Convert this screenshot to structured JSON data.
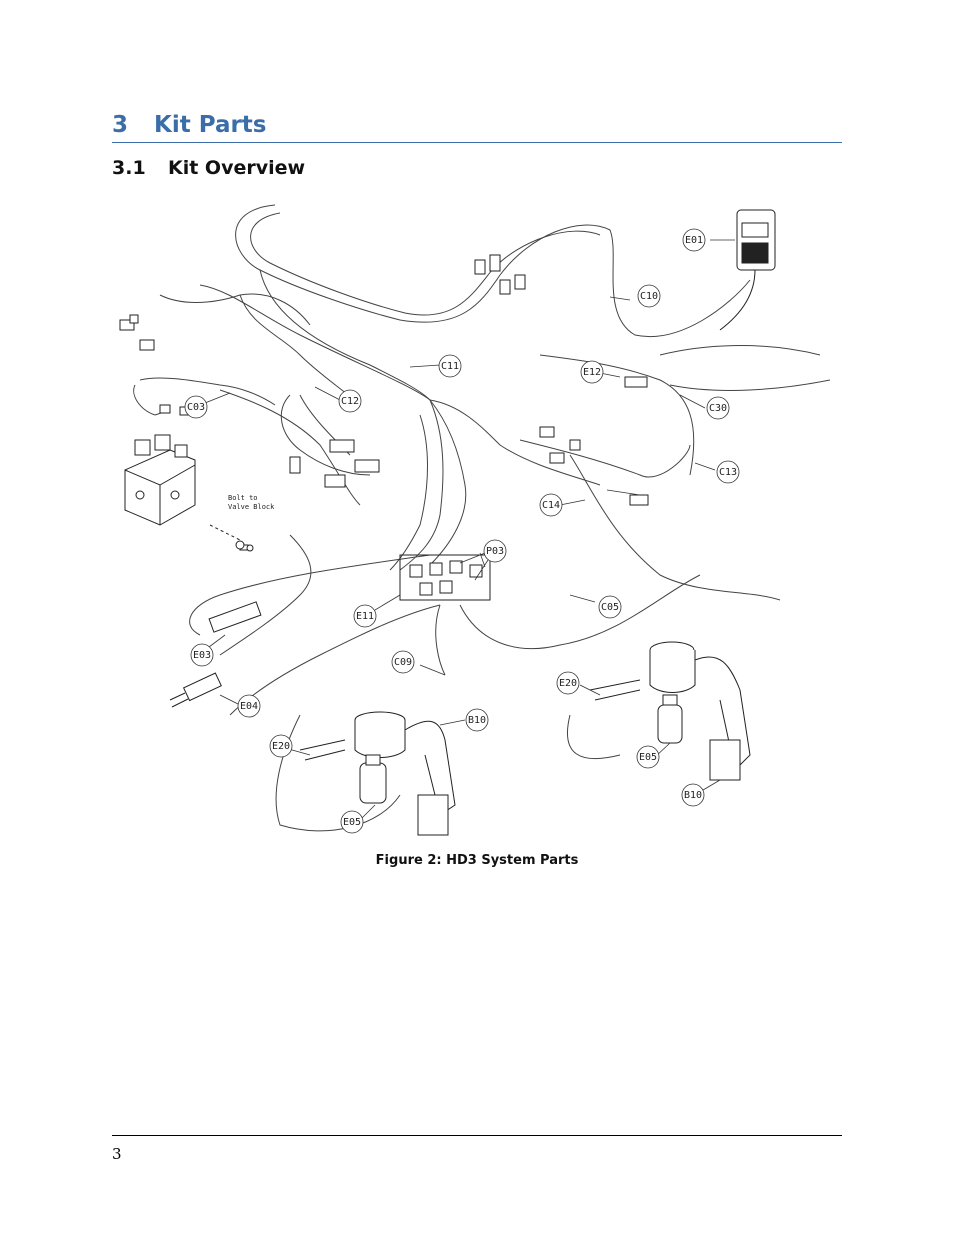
{
  "section": {
    "number": "3",
    "title": "Kit Parts"
  },
  "subsection": {
    "number": "3.1",
    "title": "Kit Overview"
  },
  "figure": {
    "labels": {
      "E01": "E01",
      "C10": "C10",
      "C11": "C11",
      "C12": "C12",
      "C03": "C03",
      "E12": "E12",
      "C30": "C30",
      "C13": "C13",
      "C14": "C14",
      "P03": "P03",
      "E11": "E11",
      "C05": "C05",
      "C09": "C09",
      "E03": "E03",
      "E04": "E04",
      "B10a": "B10",
      "B10b": "B10",
      "E20a": "E20",
      "E20b": "E20",
      "E05a": "E05",
      "E05b": "E05"
    },
    "note_line1": "Bolt to",
    "note_line2": "Valve Block",
    "caption": "Figure 2: HD3 System Parts"
  },
  "footer": {
    "page_number": "3"
  }
}
